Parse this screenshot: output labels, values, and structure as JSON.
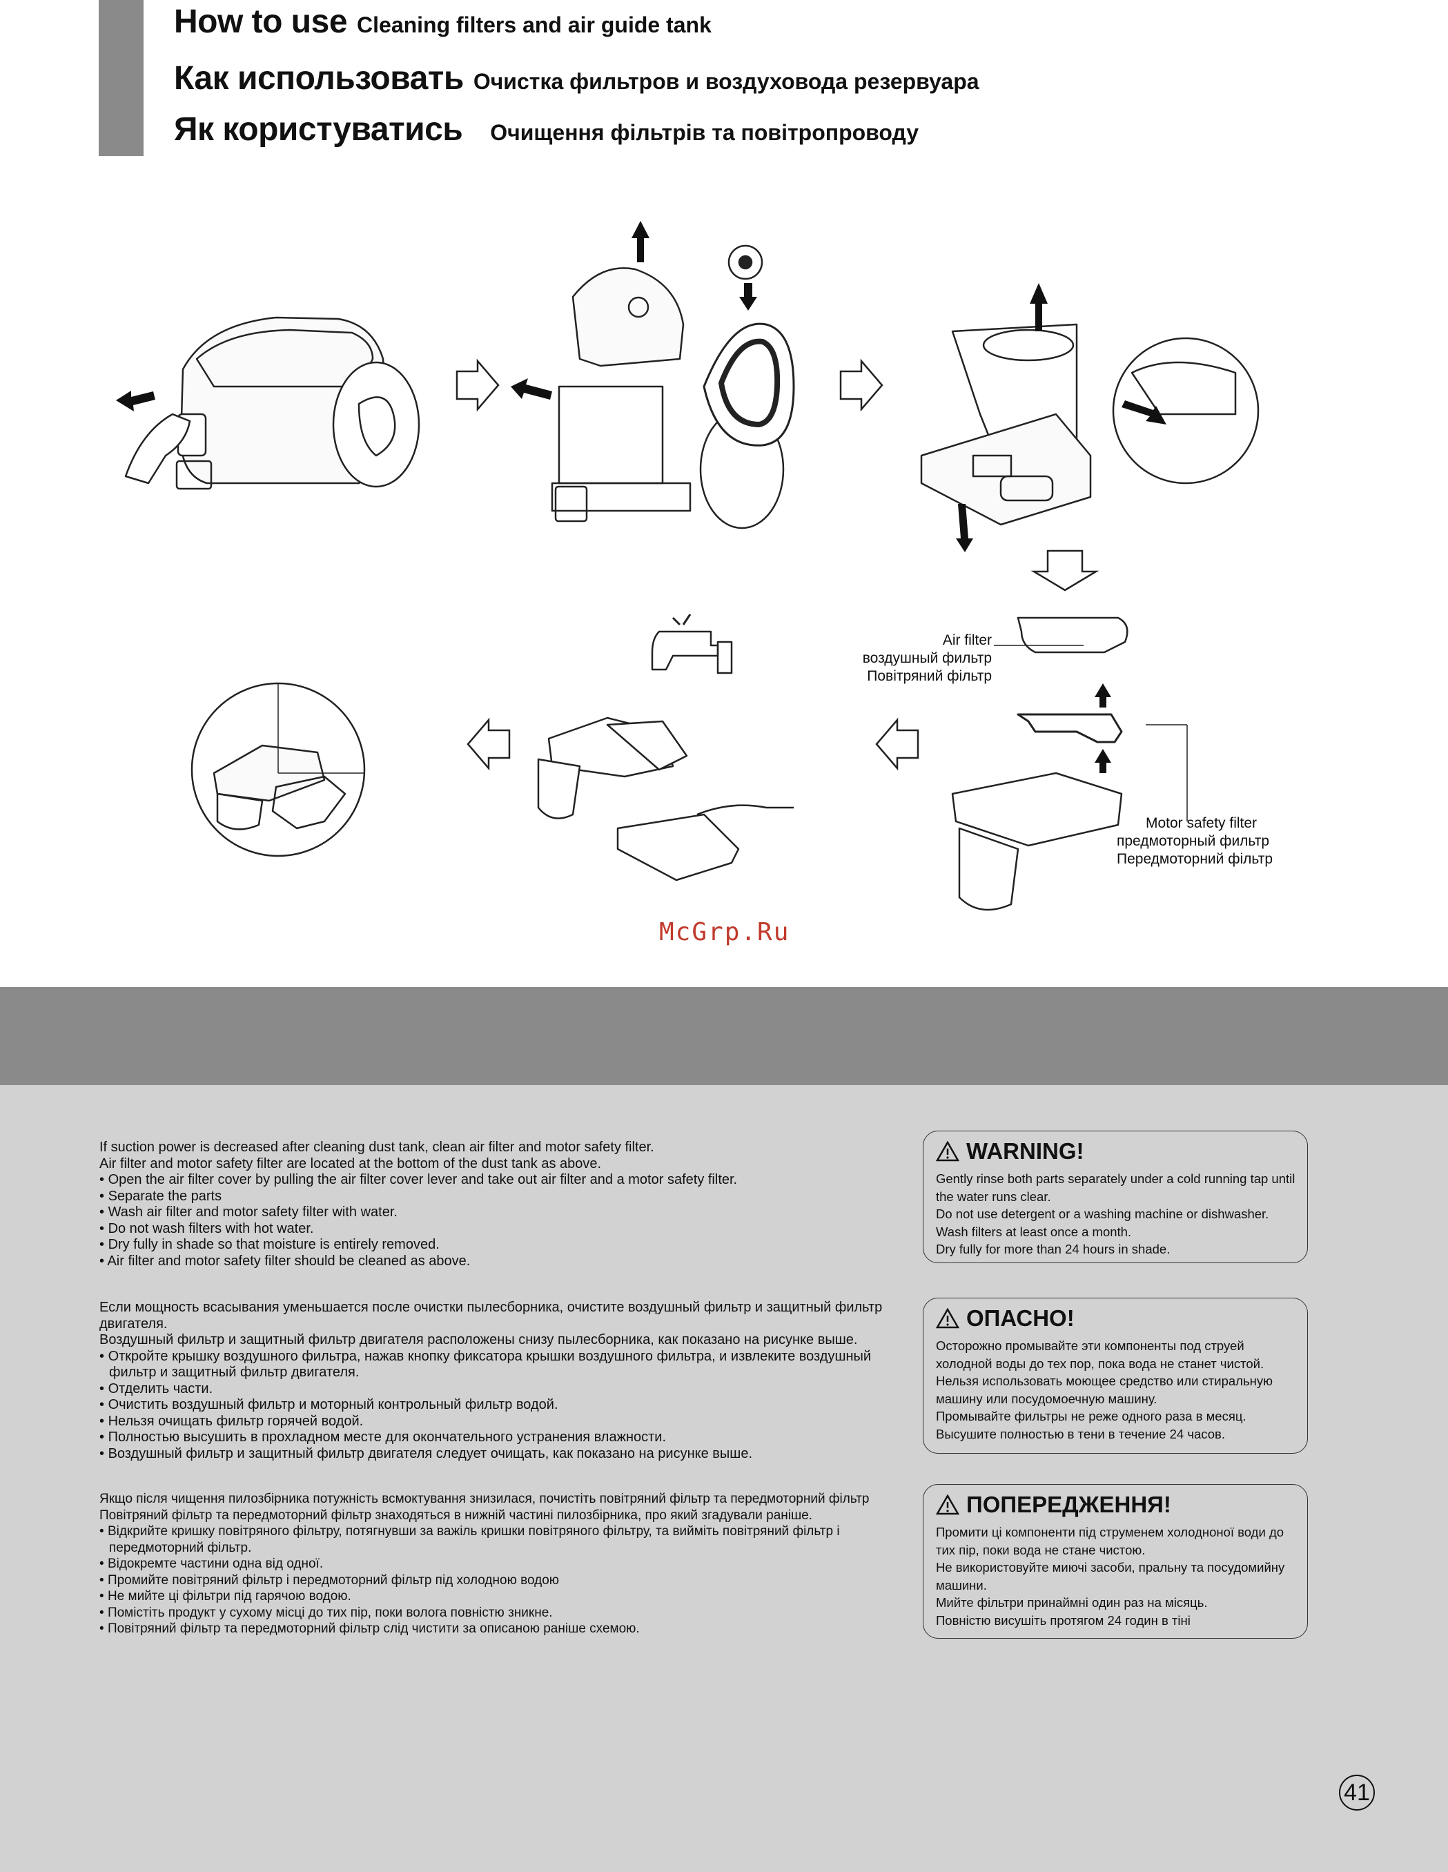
{
  "header": {
    "titles": [
      {
        "main": "How to use",
        "sub": "Cleaning filters and air guide tank"
      },
      {
        "main": "Как использовать",
        "sub": "Очистка фильтров и воздуховода резервуара"
      },
      {
        "main": "Як користуватись",
        "sub": "Очищення фільтрів та повітропроводу"
      }
    ]
  },
  "figure": {
    "air_filter_labels": [
      "Air filter",
      "воздушный фильтр",
      "Повітряний фільтр"
    ],
    "motor_filter_labels": [
      "Motor safety filter",
      "предмоторный фильтр",
      "Передмоторний фільтр"
    ],
    "watermark": "McGrp.Ru"
  },
  "instructions": {
    "en": {
      "intro": [
        "If suction power is decreased after cleaning dust tank, clean air filter and motor safety filter.",
        "Air filter and motor safety filter are located at the bottom of the dust tank as above."
      ],
      "steps": [
        "Open the air filter cover by pulling the air filter cover lever and take out air filter and a motor safety filter.",
        "Separate the parts",
        "Wash air filter and motor safety filter with water.",
        "Do not wash filters with hot water.",
        "Dry fully in shade so that moisture is entirely removed.",
        "Air filter and motor safety filter should be cleaned as above."
      ]
    },
    "ru": {
      "intro": [
        "Если мощность всасывания уменьшается после очистки пылесборника, очистите воздушный фильтр и защитный фильтр двигателя.",
        "Воздушный фильтр и защитный фильтр двигателя расположены снизу пылесборника, как показано на рисунке выше."
      ],
      "steps": [
        "Откройте крышку воздушного фильтра, нажав кнопку фиксатора крышки воздушного фильтра, и извлеките воздушный фильтр и защитный фильтр двигателя.",
        "Отделить части.",
        "Очистить воздушный фильтр и моторный контрольный фильтр водой.",
        "Нельзя очищать фильтр горячей водой.",
        "Полностью высушить в прохладном месте для окончательного устранения влажности.",
        "Воздушный фильтр и защитный фильтр двигателя следует очищать, как показано на рисунке выше."
      ]
    },
    "uk": {
      "intro": [
        "Якщо після чищення пилозбірника потужність всмоктування знизилася, почистіть повітряний фільтр та передмоторний фільтр",
        "Повітряний фільтр та передмоторний фільтр знаходяться в нижній частині пилозбірника, про який згадували раніше."
      ],
      "steps": [
        "Відкрийте кришку повітряного фільтру, потягнувши за важіль кришки повітряного фільтру, та вийміть повітряний фільтр і передмоторний фільтр.",
        "Відокремте частини одна від одної.",
        "Промийте повітряний фільтр і передмоторний фільтр під холодною водою",
        "Не мийте ці фільтри під гарячою водою.",
        "Помістіть продукт у сухому місці до тих пір, поки волога повністю зникне.",
        "Повітряний фільтр та передмоторний фільтр слід чистити за описаною раніше схемою."
      ]
    }
  },
  "warnings": {
    "en": {
      "title": "WARNING!",
      "lines": [
        "Gently rinse both parts separately under a cold running tap until the water runs clear.",
        "Do not use detergent or a washing machine or dishwasher.",
        "Wash filters at least once a month.",
        "Dry fully for more than 24 hours in shade."
      ]
    },
    "ru": {
      "title": "ОПАСНО!",
      "lines": [
        "Осторожно промывайте эти компоненты под струей холодной воды до тех пор, пока вода не станет чистой.",
        "Нельзя использовать моющее средство или стиральную машину или посудомоечную машину.",
        "Промывайте фильтры не реже одного раза в месяц.",
        "Высушите полностью в тени в течение 24 часов."
      ]
    },
    "uk": {
      "title": "ПОПЕРЕДЖЕННЯ!",
      "lines": [
        "Промити ці компоненти під струменем холодноної води до тих пір, поки вода не стане чистою.",
        "Не використовуйте миючі засоби, пральну та посудомийну машини.",
        "Мийте фільтри принаймні один раз на місяць.",
        "Повністю висушіть протягом 24 годин в тіні"
      ]
    }
  },
  "page_number": "41"
}
